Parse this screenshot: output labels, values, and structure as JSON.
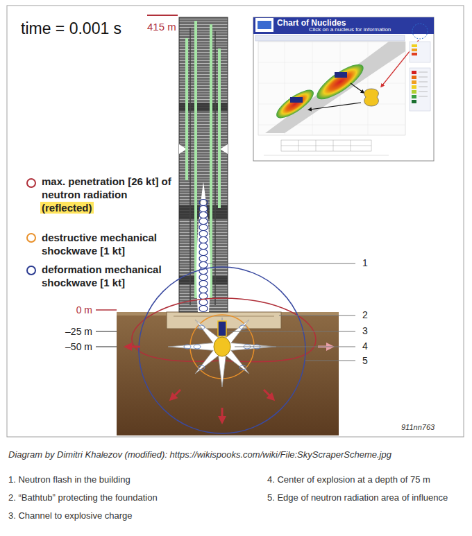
{
  "diagram": {
    "caption": "Diagram by Dimitri Khalezov (modified): https://wikispooks.com/wiki/File:SkyScraperScheme.jpg",
    "nodes": [
      {
        "text": [
          "Chart of Nuclides",
          "Click on a nucleus for information"
        ]
      }
    ],
    "labels": [
      "time = 0.001 s",
      "415 m",
      "0 m",
      "–25 m",
      "–50 m",
      "1",
      "2",
      "3",
      "4",
      "5",
      "911nn763",
      "1. Neutron flash in the building",
      "4. Center of explosion at a depth of 75 m",
      "2. “Bathtub” protecting the foundation",
      "5. Edge of neutron radiation area of influence",
      "3. Channel to explosive charge"
    ],
    "legend": [
      {
        "text": "max. penetration [26 kt] of neutron radiation (reflected)"
      },
      {
        "text": "destructive mechanical shockwave [1 kt]"
      },
      {
        "text": "deformation mechanical shockwave [1 kt]"
      }
    ]
  }
}
